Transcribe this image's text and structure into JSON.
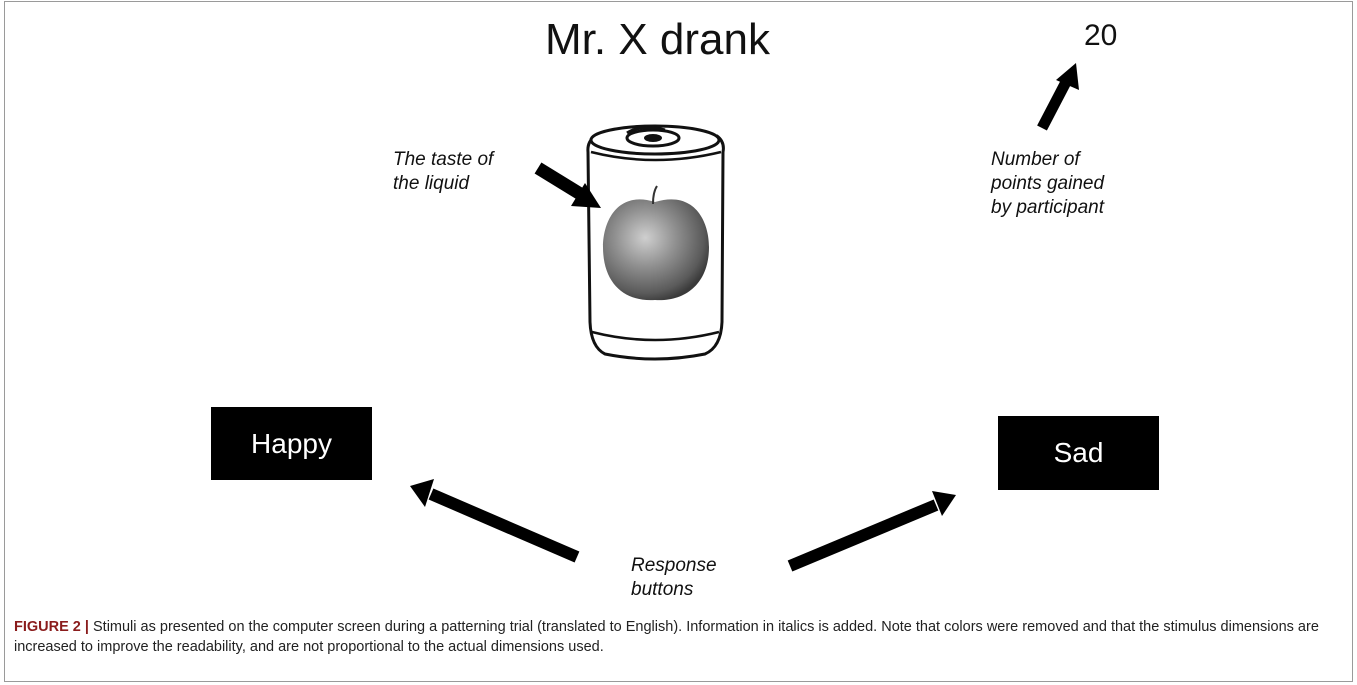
{
  "figure": {
    "title": "Mr. X drank",
    "points_value": "20",
    "buttons": {
      "happy": "Happy",
      "sad": "Sad"
    },
    "annotations": {
      "taste_line1": "The taste of",
      "taste_line2": "the liquid",
      "points_line1": "Number of",
      "points_line2": "points gained",
      "points_line3": "by participant",
      "response_line1": "Response",
      "response_line2": "buttons"
    },
    "stimulus_icon": "apple-juice-can-icon"
  },
  "caption": {
    "label": "FIGURE 2 |",
    "text": " Stimuli as presented on the computer screen during a patterning trial (translated to English). Information in italics is added. Note that colors were removed and that the stimulus dimensions are increased to improve the readability, and are not proportional to the actual dimensions used."
  }
}
